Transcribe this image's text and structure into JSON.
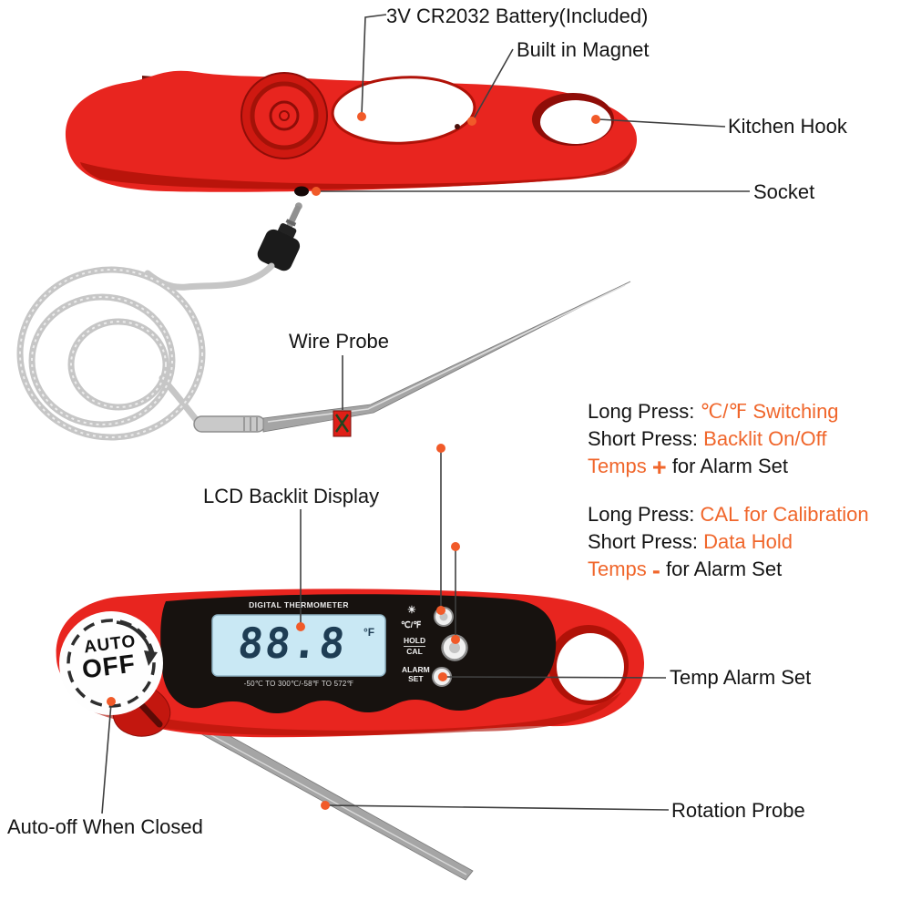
{
  "colors": {
    "body_red": "#e8251f",
    "body_dark_red": "#b01208",
    "accent_orange": "#f0662b",
    "callout_dot": "#f15a29",
    "lcd_blue": "#c9e8f4",
    "text": "#141414"
  },
  "callouts": {
    "battery": {
      "label": "3V CR2032 Battery(Included)"
    },
    "magnet": {
      "label": "Built in Magnet"
    },
    "kitchen_hook": {
      "label": "Kitchen Hook"
    },
    "socket": {
      "label": "Socket"
    },
    "wire_probe": {
      "label": "Wire Probe"
    },
    "lcd_display": {
      "label": "LCD Backlit Display"
    },
    "temp_alarm": {
      "label": "Temp Alarm Set"
    },
    "rotation_probe": {
      "label": "Rotation Probe"
    },
    "auto_off": {
      "label": "Auto-off When Closed"
    }
  },
  "button_notes": {
    "cf_button": {
      "long_prefix": "Long Press: ",
      "long_value": "℃/℉ Switching",
      "short_prefix": "Short Press: ",
      "short_value": "Backlit On/Off",
      "temps_word": "Temps ",
      "temps_sign": "+",
      "temps_suffix": " for Alarm Set"
    },
    "hold_button": {
      "long_prefix": "Long Press: ",
      "long_value": "CAL for Calibration",
      "short_prefix": "Short Press: ",
      "short_value": "Data Hold",
      "temps_word": "Temps ",
      "temps_sign": "-",
      "temps_suffix": " for Alarm Set"
    }
  },
  "device": {
    "brand_text": "DIGITAL THERMOMETER",
    "lcd_value": "88.8",
    "lcd_unit": "°F",
    "range_text": "-50℃ TO 300℃/-58℉ TO 572℉",
    "backlight_icon": "☀",
    "cf_label": "℃/℉",
    "hold_label": "HOLD",
    "cal_label": "CAL",
    "alarm_label": "ALARM",
    "set_label": "SET",
    "auto_word": "AUTO",
    "off_word": "OFF"
  }
}
